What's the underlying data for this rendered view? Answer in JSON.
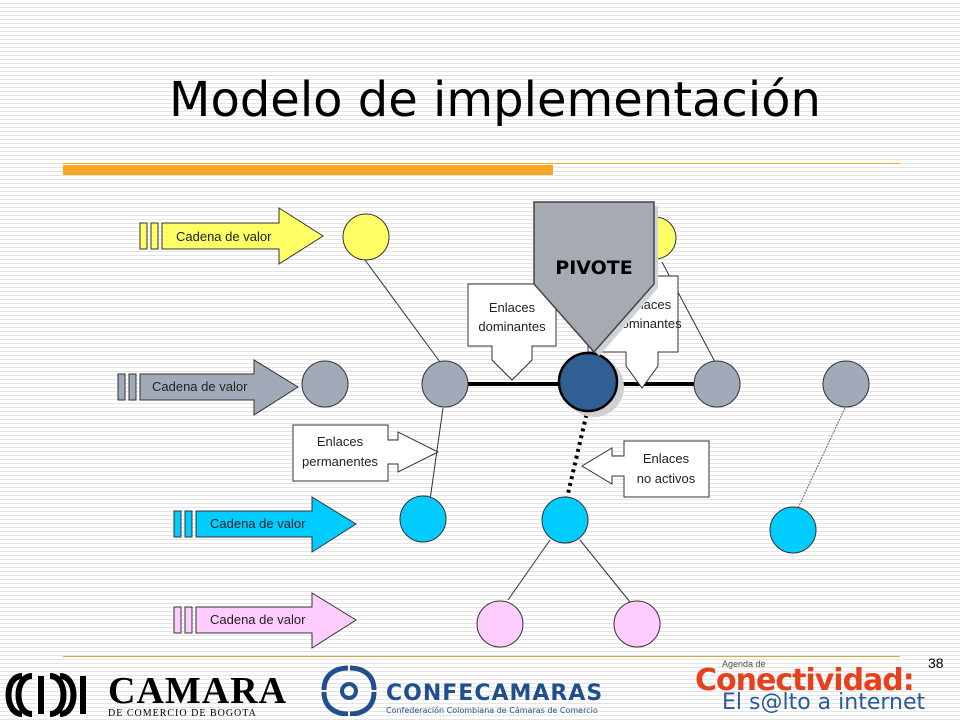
{
  "slide": {
    "title": "Modelo de implementación",
    "page_number": "38"
  },
  "diagram": {
    "cadena_arrows": [
      {
        "label": "Cadena de valor",
        "color": "#ffff66",
        "row": "top"
      },
      {
        "label": "Cadena de valor",
        "color": "#a0aab8",
        "row": "second"
      },
      {
        "label": "Cadena de valor",
        "color": "#00ccff",
        "row": "third"
      },
      {
        "label": "Cadena de valor",
        "color": "#ffccff",
        "row": "bottom"
      }
    ],
    "callouts": {
      "dominantes_left": {
        "line1": "Enlaces",
        "line2": "dominantes"
      },
      "dominantes_right": {
        "line1": "Enlaces",
        "line2": "dominantes"
      },
      "permanentes": {
        "line1": "Enlaces",
        "line2": "permanentes"
      },
      "no_activos": {
        "line1": "Enlaces",
        "line2": "no activos"
      }
    },
    "pivote": {
      "label": "PIVOTE",
      "color": "#a5aab3"
    },
    "node_colors": {
      "yellow": "#ffff66",
      "gray": "#a0aab8",
      "pivot": "#2f5f93",
      "cyan": "#00ccff",
      "pink": "#ffccff"
    }
  },
  "footer": {
    "camara_name": "CAMARA",
    "camara_sub": "DE COMERCIO DE BOGOTA",
    "confe_name": "CONFECAMARAS",
    "confe_sub": "Confederación Colombiana de Cámaras de Comercio",
    "agenda": "Agenda de",
    "conectividad": "Conectividad:",
    "salto": "El s@lto a internet"
  }
}
